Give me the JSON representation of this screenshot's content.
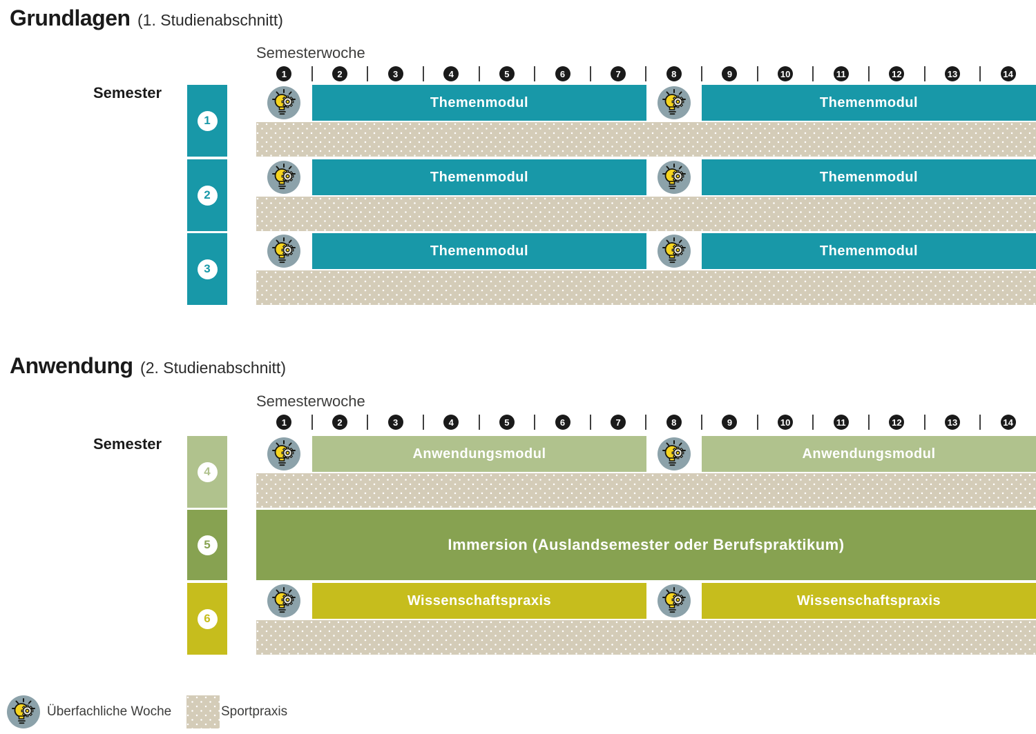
{
  "colors": {
    "teal": "#1898a8",
    "light_green": "#b0c28d",
    "olive": "#87a251",
    "yellow": "#c6bd1d",
    "sand": "#d4ccb8",
    "week_circle": "#1a1a1a",
    "icon_bg": "#8ca2aa",
    "bulb_yellow": "#f6d41f"
  },
  "weeks": [
    "1",
    "2",
    "3",
    "4",
    "5",
    "6",
    "7",
    "8",
    "9",
    "10",
    "11",
    "12",
    "13",
    "14"
  ],
  "sections": [
    {
      "title": "Grundlagen",
      "subtitle": "(1. Studienabschnitt)",
      "axis_label": "Semesterwoche",
      "semester_label": "Semester",
      "rows": [
        {
          "semester": "1",
          "left": "Themenmodul",
          "right": "Themenmodul"
        },
        {
          "semester": "2",
          "left": "Themenmodul",
          "right": "Themenmodul"
        },
        {
          "semester": "3",
          "left": "Themenmodul",
          "right": "Themenmodul"
        }
      ]
    },
    {
      "title": "Anwendung",
      "subtitle": "(2. Studienabschnitt)",
      "axis_label": "Semesterwoche",
      "semester_label": "Semester",
      "rows": [
        {
          "semester": "4",
          "left": "Anwendungsmodul",
          "right": "Anwendungsmodul"
        },
        {
          "semester": "5",
          "full": "Immersion (Auslandsemester oder Berufspraktikum)"
        },
        {
          "semester": "6",
          "left": "Wissenschaftspraxis",
          "right": "Wissenschaftspraxis"
        }
      ]
    }
  ],
  "legend": {
    "ueberfachliche_label": "Überfachliche Woche",
    "sportpraxis_label": "Sportpraxis"
  }
}
